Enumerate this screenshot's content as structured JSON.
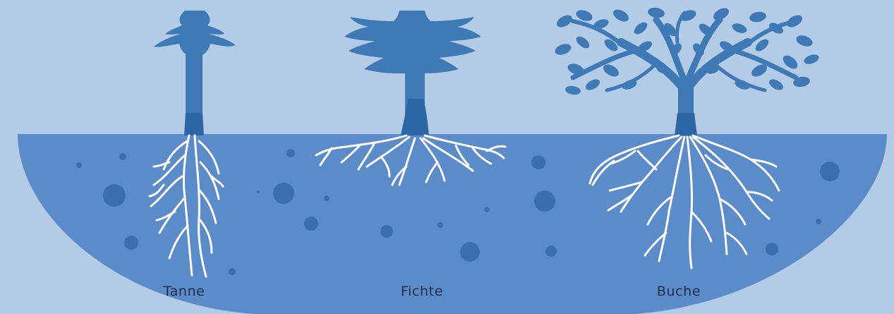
{
  "colors": {
    "sky": "#b4cbe7",
    "soil": "#5b8bc8",
    "tree": "#3f7ab7",
    "trunk_dark": "#2d66a6",
    "stone": "#3a6fae",
    "root": "#ffffff",
    "label_text": "#1f2f4a"
  },
  "trees": [
    {
      "id": "tanne",
      "label": "Tanne",
      "root_system": "tap-root"
    },
    {
      "id": "fichte",
      "label": "Fichte",
      "root_system": "shallow-root"
    },
    {
      "id": "buche",
      "label": "Buche",
      "root_system": "heart-root"
    }
  ]
}
